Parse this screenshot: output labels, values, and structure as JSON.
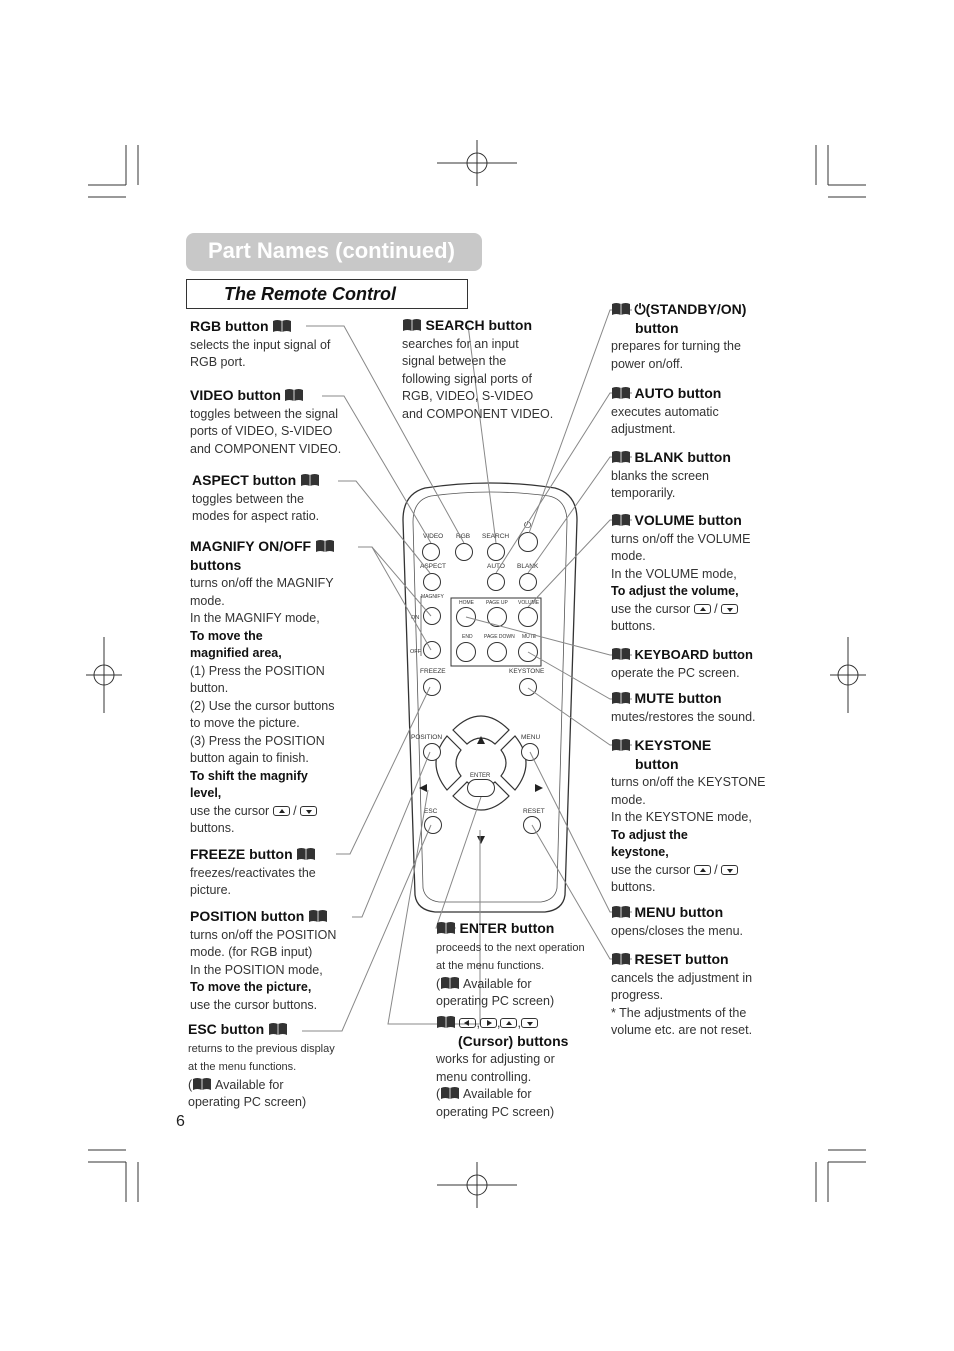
{
  "page": {
    "title": "Part Names (continued)",
    "section": "The Remote Control",
    "page_number": "6"
  },
  "left": {
    "rgb": {
      "title": "RGB button",
      "lines": [
        "selects the input signal of",
        "RGB port."
      ]
    },
    "video": {
      "title": "VIDEO button",
      "lines": [
        "toggles between the signal",
        "ports of VIDEO, S-VIDEO",
        "and COMPONENT VIDEO."
      ]
    },
    "aspect": {
      "title": "ASPECT button",
      "lines": [
        "toggles between the",
        "modes for aspect ratio."
      ]
    },
    "magnify": {
      "title1": "MAGNIFY ON/OFF",
      "title2": "buttons",
      "l1": "turns on/off the MAGNIFY",
      "l2": "mode.",
      "l3": "In the MAGNIFY mode,",
      "b1": "To move the",
      "b2": "magnified area,",
      "s1": "(1) Press the POSITION",
      "s2": "button.",
      "s3": "(2) Use the cursor buttons",
      "s4": "to move the picture.",
      "s5": "(3) Press the POSITION",
      "s6": "button again to finish.",
      "b3": "To shift the magnify",
      "b4": "level,",
      "c1": "use the cursor",
      "c2": "buttons."
    },
    "freeze": {
      "title": "FREEZE button",
      "lines": [
        "freezes/reactivates the",
        "picture."
      ]
    },
    "position": {
      "title": "POSITION button",
      "l1": "turns on/off the POSITION",
      "l2": "mode. (for RGB input)",
      "l3": "In the POSITION mode,",
      "b1": "To move the picture,",
      "l4": "use the cursor buttons."
    },
    "esc": {
      "title": "ESC button",
      "l1": "returns to the previous display",
      "l2": "at the menu functions.",
      "l3": "Available for",
      "l4": "operating PC screen)"
    }
  },
  "middle": {
    "search": {
      "title": "SEARCH button",
      "lines": [
        "searches for an input",
        "signal between the",
        "following signal ports of",
        "RGB, VIDEO, S-VIDEO",
        "and COMPONENT VIDEO."
      ]
    },
    "enter": {
      "title": "ENTER button",
      "l1": "proceeds to the next operation",
      "l2": "at the menu functions.",
      "l3": "Available for",
      "l4": "operating PC screen)"
    },
    "cursor": {
      "title": "(Cursor) buttons",
      "l1": "works for adjusting or",
      "l2": "menu controlling.",
      "l3": "Available for",
      "l4": "operating PC screen)"
    }
  },
  "right": {
    "standby": {
      "title1": "(STANDBY/ON)",
      "title2": "button",
      "lines": [
        "prepares for turning the",
        "power on/off."
      ]
    },
    "auto": {
      "title": "AUTO button",
      "lines": [
        "executes automatic",
        "adjustment."
      ]
    },
    "blank": {
      "title": "BLANK button",
      "lines": [
        "blanks the screen",
        "temporarily."
      ]
    },
    "volume": {
      "title": "VOLUME button",
      "l1": "turns on/off the VOLUME",
      "l2": "mode.",
      "l3": "In the VOLUME mode,",
      "b1": "To adjust the volume,",
      "c1": "use the cursor",
      "c2": "buttons."
    },
    "keyboard": {
      "title": "KEYBOARD button",
      "lines": [
        "operate the PC screen."
      ]
    },
    "mute": {
      "title": "MUTE button",
      "lines": [
        "mutes/restores the sound."
      ]
    },
    "keystone": {
      "title1": "KEYSTONE",
      "title2": "button",
      "l1": "turns on/off the KEYSTONE",
      "l2": "mode.",
      "l3": "In the KEYSTONE mode,",
      "b1": "To adjust the",
      "b2": "keystone,",
      "c1": "use the cursor",
      "c2": "buttons."
    },
    "menu": {
      "title": "MENU button",
      "lines": [
        "opens/closes the menu."
      ]
    },
    "reset": {
      "title": "RESET button",
      "lines": [
        "cancels the adjustment in",
        "progress.",
        "* The adjustments of the",
        "volume etc. are not reset."
      ]
    }
  },
  "remote": {
    "video": "VIDEO",
    "rgb": "RGB",
    "search": "SEARCH",
    "aspect": "ASPECT",
    "auto": "AUTO",
    "blank": "BLANK",
    "magnify": "MAGNIFY",
    "on": "ON",
    "off": "OFF",
    "home": "HOME",
    "page_up": "PAGE UP",
    "volume": "VOLUME",
    "end": "END",
    "page_down": "PAGE DOWN",
    "mute": "MUTE",
    "freeze": "FREEZE",
    "keystone": "KEYSTONE",
    "position": "POSITION",
    "menu": "MENU",
    "enter": "ENTER",
    "esc": "ESC",
    "reset": "RESET"
  }
}
